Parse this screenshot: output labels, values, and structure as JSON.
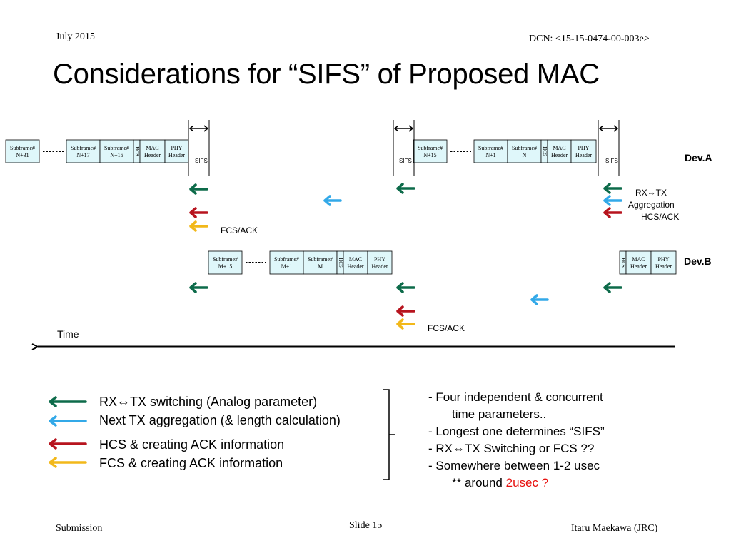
{
  "header": {
    "date": "July 2015",
    "dcn": "DCN: <15-15-0474-00-003e>"
  },
  "title": "Considerations for “SIFS” of Proposed MAC",
  "colors": {
    "green": "#0d6b4a",
    "blue": "#33a9e8",
    "red": "#b7141e",
    "yellow": "#f2b81a",
    "frame_fill": "#dff7fa"
  },
  "diagram": {
    "devA": {
      "label": "Dev.A",
      "group1": {
        "f1": "Subframe# N+31",
        "f2": "Subframe# N+17",
        "f3": "Subframe# N+16",
        "hcs": "HCS",
        "mac": "MAC Header",
        "phy": "PHY Header"
      },
      "group2": {
        "f1": "Subframe# N+15",
        "f2": "Subframe# N+1",
        "f3": "Subframe# N",
        "hcs": "HCS",
        "mac": "MAC Header",
        "phy": "PHY Header"
      }
    },
    "devB": {
      "label": "Dev.B",
      "group1": {
        "f1": "Subframe# M+15",
        "f2": "Subframe# M+1",
        "f3": "Subframe# M",
        "hcs": "HCS",
        "mac": "MAC Header",
        "phy": "PHY Header"
      },
      "group2": {
        "hcs": "HCS",
        "mac": "MAC Header",
        "phy": "PHY Header"
      }
    },
    "sifs": "SIFS",
    "fcs_ack": "FCS/ACK",
    "side_labels": {
      "rx_tx": "RX⇔TX",
      "aggregation": "Aggregation",
      "hcs_ack": "HCS/ACK"
    },
    "time": "Time"
  },
  "legend": [
    {
      "color": "green",
      "text": "RX⇔TX switching (Analog parameter)"
    },
    {
      "color": "blue",
      "text": "Next TX aggregation (& length calculation)"
    },
    {
      "color": "red",
      "text": "HCS & creating ACK information"
    },
    {
      "color": "yellow",
      "text": "FCS & creating ACK information"
    }
  ],
  "notes": {
    "line1": "- Four independent  & concurrent",
    "line2": "time parameters..",
    "line3": "- Longest one determines “SIFS”",
    "line4": "- RX⇔TX Switching or FCS ??",
    "line5": "- Somewhere between 1-2 usec",
    "line6a": "** around ",
    "line6b": "2usec ?"
  },
  "footer": {
    "submission": "Submission",
    "slide": "Slide 15",
    "author": "Itaru Maekawa (JRC)"
  }
}
